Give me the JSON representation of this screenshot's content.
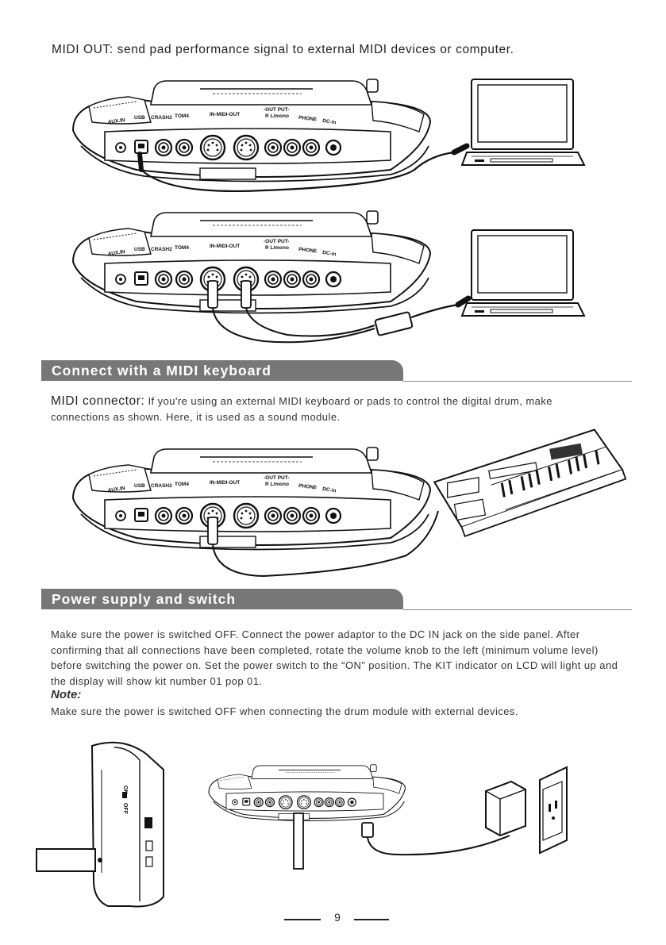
{
  "midi_out": {
    "text": "MIDI OUT: send pad performance signal to external MIDI devices or computer."
  },
  "panel_labels": {
    "aux_in": "AUX.IN",
    "usb": "USB",
    "crash2": "CRASH2",
    "tom4": "TOM4",
    "midi": "IN-MIDI-OUT",
    "output_1": "-OUT PUT-",
    "output_2": "R  L/mono",
    "phone": "PHONE",
    "dc_in": "DC-in"
  },
  "switch_labels": {
    "on": "ON",
    "off": "OFF"
  },
  "section_keyboard": {
    "heading": "Connect with a MIDI keyboard",
    "lead": "MIDI connector:",
    "text": " If you're using an external MIDI keyboard or pads to control the digital drum, make connections as shown. Here, it is used as a sound module."
  },
  "section_power": {
    "heading": "Power supply and switch",
    "text": "Make sure the power is switched OFF. Connect the power adaptor to the DC IN jack on the side panel. After confirming that all connections have been completed, rotate the volume knob to the left (minimum  volume level) before switching the power on. Set the power switch to the “ON” position. The KIT indicator on LCD will light up and the display will show kit number 01 pop 01.",
    "note_label": "Note:",
    "note_text": "Make sure the power is switched OFF when connecting the drum module with external devices."
  },
  "page_number": "9"
}
